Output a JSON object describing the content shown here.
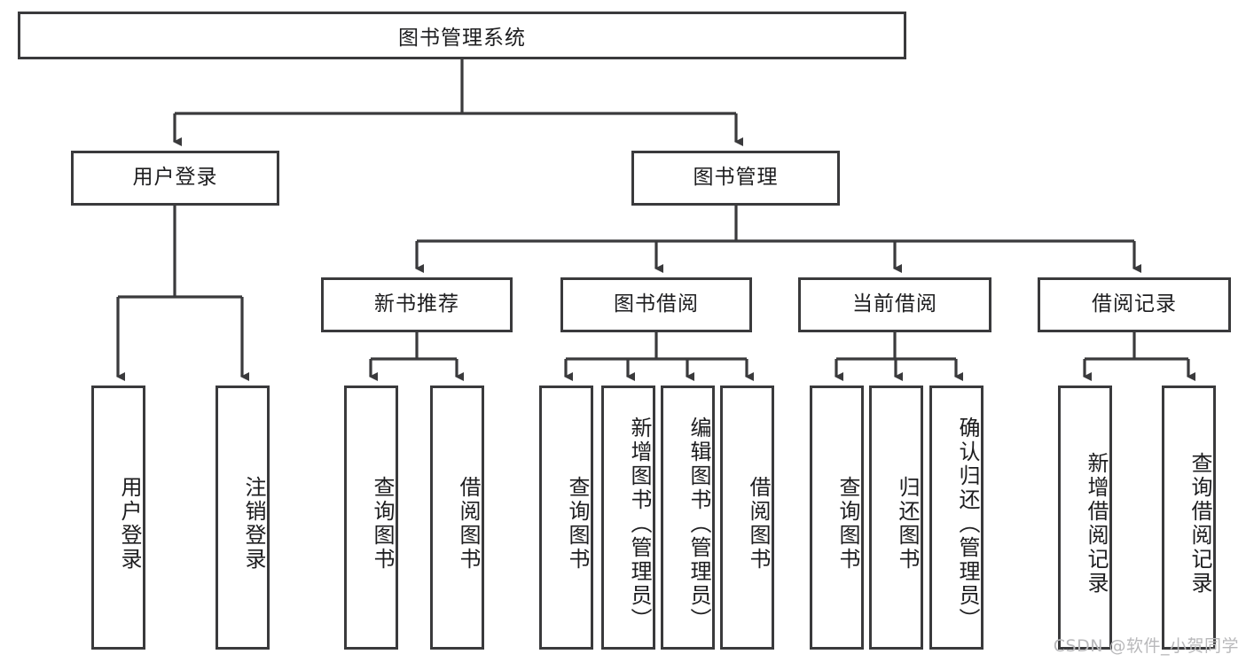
{
  "diagram": {
    "title": "图书管理系统",
    "type": "tree-hierarchy-chart",
    "colors": {
      "background": "#ffffff",
      "box_border": "#3a3a3c",
      "box_fill": "#ffffff",
      "connector": "#3a3a3c",
      "text": "#1d1d1f",
      "watermark": "#b9b9bb"
    },
    "root": {
      "label": "图书管理系统"
    },
    "level2": [
      {
        "id": "user-login",
        "label": "用户登录"
      },
      {
        "id": "book-manage",
        "label": "图书管理"
      }
    ],
    "level3": [
      {
        "id": "new-book-recommend",
        "label": "新书推荐"
      },
      {
        "id": "book-borrow",
        "label": "图书借阅"
      },
      {
        "id": "current-borrow",
        "label": "当前借阅"
      },
      {
        "id": "borrow-record",
        "label": "借阅记录"
      }
    ],
    "leaves": {
      "user_login": [
        {
          "id": "leaf-user-login",
          "label": "用户登录"
        },
        {
          "id": "leaf-logout-login",
          "label": "注销登录"
        }
      ],
      "new_book_recommend": [
        {
          "id": "leaf-query-book-1",
          "label": "查询图书"
        },
        {
          "id": "leaf-borrow-book-1",
          "label": "借阅图书"
        }
      ],
      "book_borrow": [
        {
          "id": "leaf-query-book-2",
          "label": "查询图书"
        },
        {
          "id": "leaf-add-book",
          "label": "新增图书（管理员）"
        },
        {
          "id": "leaf-edit-book",
          "label": "编辑图书（管理员）"
        },
        {
          "id": "leaf-borrow-book-2",
          "label": "借阅图书"
        }
      ],
      "current_borrow": [
        {
          "id": "leaf-query-book-3",
          "label": "查询图书"
        },
        {
          "id": "leaf-return-book",
          "label": "归还图书"
        },
        {
          "id": "leaf-confirm-return",
          "label": "确认归还（管理员）"
        }
      ],
      "borrow_record": [
        {
          "id": "leaf-add-record",
          "label": "新增借阅记录"
        },
        {
          "id": "leaf-query-record",
          "label": "查询借阅记录"
        }
      ]
    },
    "watermark": "CSDN @软件_小贺同学"
  }
}
